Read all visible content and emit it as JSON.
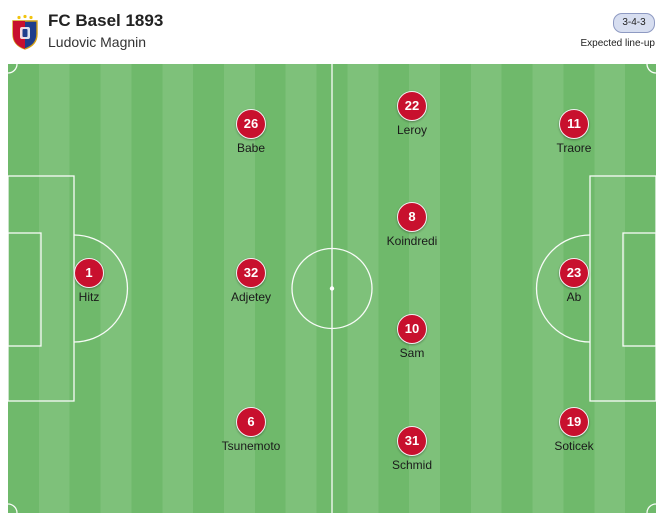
{
  "team": {
    "name": "FC Basel 1893",
    "coach": "Ludovic Magnin",
    "crest_icon": "fc-basel-crest-icon"
  },
  "formation": {
    "label": "3-4-3",
    "status": "Expected line-up"
  },
  "colors": {
    "player_circle": "#c8102e",
    "pitch_dark": "#6fb96b",
    "pitch_light": "#7ec17a"
  },
  "players": [
    {
      "number": "1",
      "name": "Hitz"
    },
    {
      "number": "32",
      "name": "Adjetey"
    },
    {
      "number": "26",
      "name": "Babe"
    },
    {
      "number": "6",
      "name": "Tsunemoto"
    },
    {
      "number": "22",
      "name": "Leroy"
    },
    {
      "number": "8",
      "name": "Koindredi"
    },
    {
      "number": "10",
      "name": "Sam"
    },
    {
      "number": "31",
      "name": "Schmid"
    },
    {
      "number": "11",
      "name": "Traore"
    },
    {
      "number": "23",
      "name": "Ab"
    },
    {
      "number": "19",
      "name": "Soticek"
    }
  ]
}
